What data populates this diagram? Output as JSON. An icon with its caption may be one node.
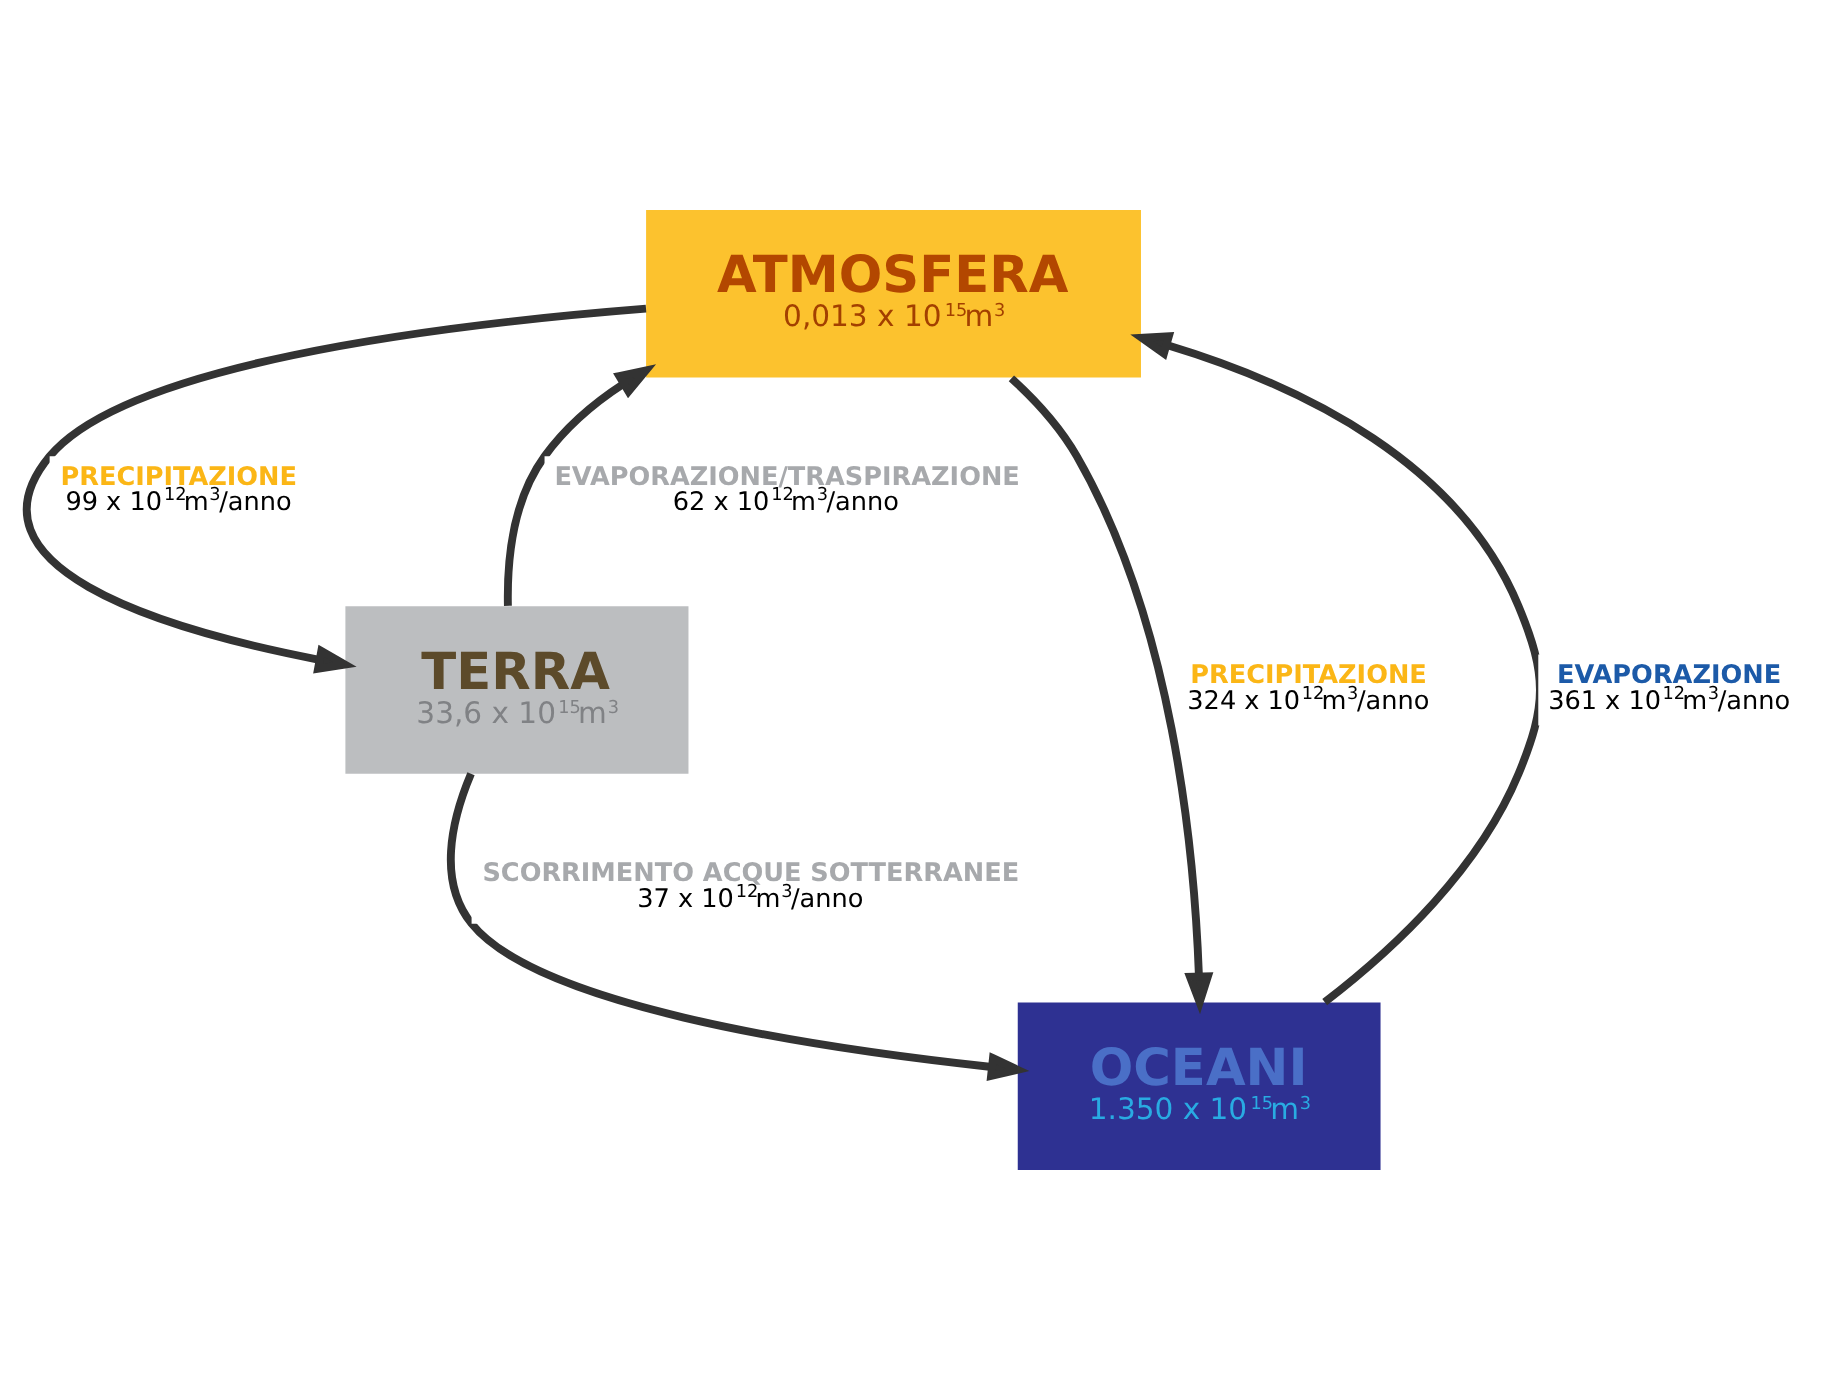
{
  "diagram": {
    "nodes": [
      {
        "text": [
          "ATMOSFERA",
          "0,013 x 10$^{15}$m$^{3}$"
        ]
      },
      {
        "text": [
          "TERRA",
          "33,6 x 10$^{15}$m$^{3}$"
        ]
      },
      {
        "text": [
          "OCEANI",
          "1.350 x 10$^{15}$m$^{3}$"
        ]
      }
    ],
    "edges": [
      {
        "from": 0,
        "to": 1,
        "arrow": "to",
        "label": "**PRECIPITAZIONE** 99 x 10$^{12}$m$^{3}$/anno"
      },
      {
        "from": 1,
        "to": 0,
        "arrow": "to",
        "label": "**EVAPORAZIONE/TRASPIRAZIONE** 62 x 10$^{12}$m$^{3}$/anno"
      },
      {
        "from": 2,
        "to": 0,
        "arrow": "to",
        "label": "**EVAPORAZIONE** 361 x 10$^{12}$m$^{3}$/anno"
      },
      {
        "from": 0,
        "to": 2,
        "arrow": "to",
        "label": "**PRECIPITAZIONE** 324 x 10$^{12}$m$^{3}$/anno"
      },
      {
        "from": 1,
        "to": 2,
        "arrow": "to",
        "label": "**SCORRIMENTO ACQUE SOTTERRANEE** 37 x 10$^{12}$m$^{3}$/anno"
      }
    ]
  }
}
